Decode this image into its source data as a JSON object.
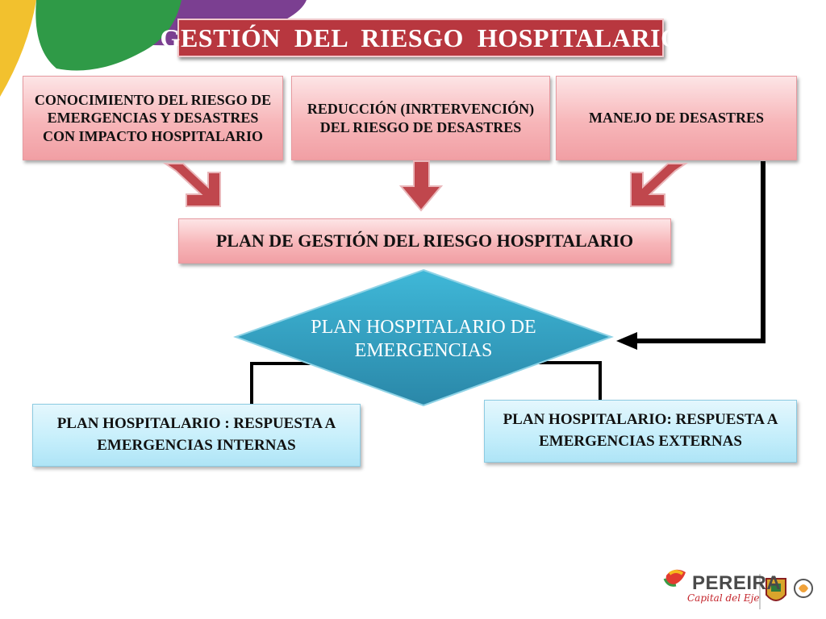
{
  "title": "GESTIÓN  DEL  RIESGO  HOSPITALARIO",
  "boxes": {
    "conocimiento": "CONOCIMIENTO DEL RIESGO DE EMERGENCIAS Y DESASTRES CON IMPACTO HOSPITALARIO",
    "reduccion": "REDUCCIÓN (INRTERVENCIÓN) DEL RIESGO DE DESASTRES",
    "manejo": "MANEJO DE DESASTRES",
    "plan_gestion": "PLAN DE GESTIÓN DEL RIESGO HOSPITALARIO",
    "plan_hospitalario": "PLAN HOSPITALARIO DE EMERGENCIAS",
    "respuesta_internas": "PLAN HOSPITALARIO : RESPUESTA A EMERGENCIAS INTERNAS",
    "respuesta_externas": "PLAN HOSPITALARIO: RESPUESTA A EMERGENCIAS EXTERNAS"
  },
  "logo": {
    "word": "PEREIRA",
    "tagline": "Capital del Eje"
  },
  "colors": {
    "title_bg": "#b8373f",
    "arrow": "#c0474d",
    "diamond_top": "#3fb8d8",
    "diamond_bottom": "#2a87a8",
    "connector": "#000000"
  }
}
